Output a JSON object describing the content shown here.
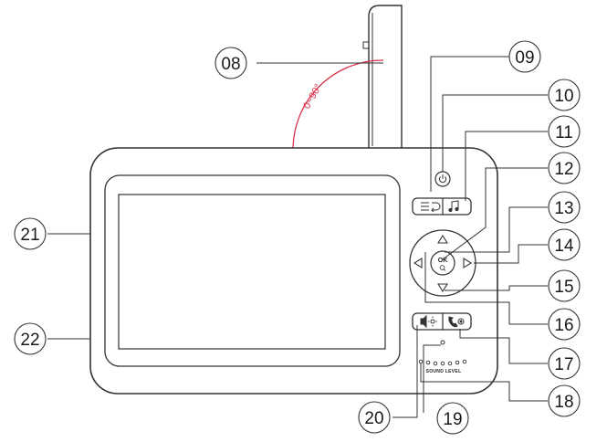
{
  "angle_label": "0~90°",
  "sound_level_label": "SOUND LEVEL",
  "ok_label": "OK",
  "callouts": [
    {
      "id": "08",
      "label": "08"
    },
    {
      "id": "09",
      "label": "09"
    },
    {
      "id": "10",
      "label": "10"
    },
    {
      "id": "11",
      "label": "11"
    },
    {
      "id": "12",
      "label": "12"
    },
    {
      "id": "13",
      "label": "13"
    },
    {
      "id": "14",
      "label": "14"
    },
    {
      "id": "15",
      "label": "15"
    },
    {
      "id": "16",
      "label": "16"
    },
    {
      "id": "17",
      "label": "17"
    },
    {
      "id": "18",
      "label": "18"
    },
    {
      "id": "19",
      "label": "19"
    },
    {
      "id": "20",
      "label": "20"
    },
    {
      "id": "21",
      "label": "21"
    },
    {
      "id": "22",
      "label": "22"
    }
  ],
  "icons": {
    "power": "power-icon",
    "menu_back": "menu-back-icon",
    "music": "music-note-icon",
    "volume_brightness": "speaker-brightness-icon",
    "talk": "talk-icon",
    "zoom": "zoom-icon"
  },
  "colors": {
    "angle_arc": "#d7344c",
    "line": "#333333"
  }
}
